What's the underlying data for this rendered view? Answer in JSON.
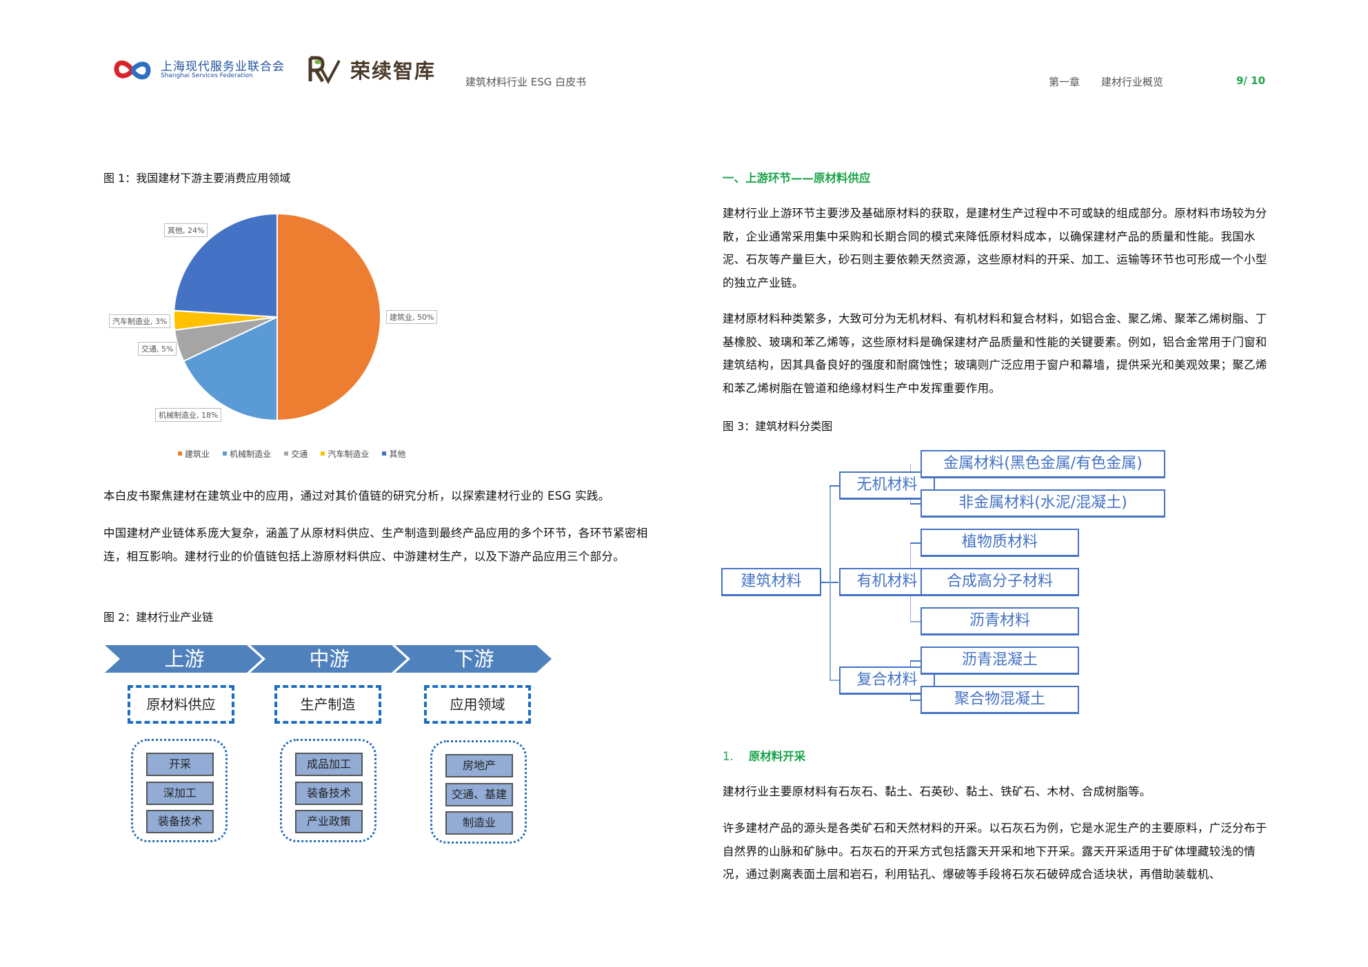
{
  "header": {
    "org1_name_cn": "上海现代服务业联合会",
    "org1_name_en": "Shanghai Services Federation",
    "org2_name": "荣续智库",
    "doc_title": "建筑材料行业 ESG 白皮书",
    "chapter": "第一章",
    "chapter_title": "建材行业概览",
    "page_number": "9/ 10"
  },
  "left": {
    "fig1_caption": "图 1：我国建材下游主要消费应用领域",
    "para1": "本白皮书聚焦建材在建筑业中的应用，通过对其价值链的研究分析，以探索建材行业的 ESG 实践。",
    "para2": "中国建材产业链体系庞大复杂，涵盖了从原材料供应、生产制造到最终产品应用的多个环节，各环节紧密相连，相互影响。建材行业的价值链包括上游原材料供应、中游建材生产，以及下游产品应用三个部分。",
    "fig2_caption": "图 2：建材行业产业链",
    "value_chain": {
      "stages": [
        {
          "name": "上游",
          "box": "原材料供应",
          "items": [
            "开采",
            "深加工",
            "装备技术"
          ]
        },
        {
          "name": "中游",
          "box": "生产制造",
          "items": [
            "成品加工",
            "装备技术",
            "产业政策"
          ]
        },
        {
          "name": "下游",
          "box": "应用领域",
          "items": [
            "房地产",
            "交通、基建",
            "制造业"
          ]
        }
      ]
    }
  },
  "chart_data": {
    "type": "pie",
    "title": "图 1：我国建材下游主要消费应用领域",
    "categories": [
      "建筑业",
      "机械制造业",
      "交通",
      "汽车制造业",
      "其他"
    ],
    "values": [
      50,
      18,
      5,
      3,
      24
    ],
    "unit": "%",
    "data_labels": [
      "建筑业, 50%",
      "机械制造业, 18%",
      "交通, 5%",
      "汽车制造业, 3%",
      "其他, 24%"
    ],
    "colors": [
      "#ed7d31",
      "#5b9bd5",
      "#a5a5a5",
      "#ffc000",
      "#4472c4"
    ],
    "legend_position": "bottom"
  },
  "right": {
    "section_heading": "一、上游环节——原材料供应",
    "para1": "建材行业上游环节主要涉及基础原材料的获取，是建材生产过程中不可或缺的组成部分。原材料市场较为分散，企业通常采用集中采购和长期合同的模式来降低原材料成本，以确保建材产品的质量和性能。我国水泥、石灰等产量巨大，砂石则主要依赖天然资源，这些原材料的开采、加工、运输等环节也可形成一个小型的独立产业链。",
    "para2": "建材原材料种类繁多，大致可分为无机材料、有机材料和复合材料，如铝合金、聚乙烯、聚苯乙烯树脂、丁基橡胶、玻璃和苯乙烯等，这些原材料是确保建材产品质量和性能的关键要素。例如，铝合金常用于门窗和建筑结构，因其具备良好的强度和耐腐蚀性；玻璃则广泛应用于窗户和幕墙，提供采光和美观效果；聚乙烯和苯乙烯树脂在管道和绝缘材料生产中发挥重要作用。",
    "fig3_caption": "图 3：建筑材料分类图",
    "tree": {
      "root": "建筑材料",
      "branches": [
        {
          "name": "无机材料",
          "children": [
            "金属材料(黑色金属/有色金属)",
            "非金属材料(水泥/混凝土)"
          ]
        },
        {
          "name": "有机材料",
          "children": [
            "植物质材料",
            "合成高分子材料",
            "沥青材料"
          ]
        },
        {
          "name": "复合材料",
          "children": [
            "沥青混凝土",
            "聚合物混凝土"
          ]
        }
      ]
    },
    "sub_heading_num": "1.",
    "sub_heading": "原材料开采",
    "para3": "建材行业主要原材料有石灰石、黏土、石英砂、黏土、铁矿石、木材、合成树脂等。",
    "para4": "许多建材产品的源头是各类矿石和天然材料的开采。以石灰石为例，它是水泥生产的主要原料，广泛分布于自然界的山脉和矿脉中。石灰石的开采方式包括露天开采和地下开采。露天开采适用于矿体埋藏较浅的情况，通过剥离表面土层和岩石，利用钻孔、爆破等手段将石灰石破碎成合适块状，再借助装载机、"
  },
  "colors": {
    "accent_green": "#1aa34a",
    "diagram_blue": "#4472c4",
    "chevron_blue": "#4f81bd"
  }
}
